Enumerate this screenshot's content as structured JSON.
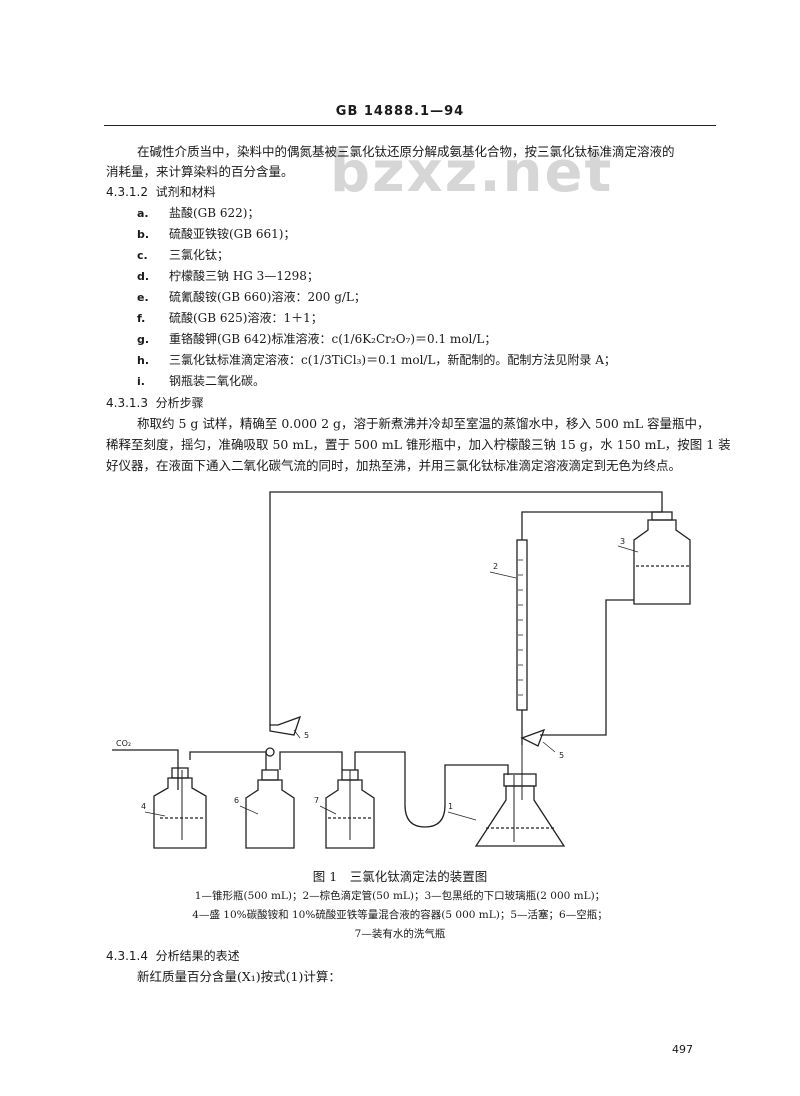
{
  "header": {
    "code": "GB 14888.1—94"
  },
  "watermark": "bzxz.net",
  "intro": {
    "line1": "在碱性介质当中，染料中的偶氮基被三氯化钛还原分解成氨基化合物，按三氯化钛标准滴定溶液的",
    "line2": "消耗量，来计算染料的百分含量。"
  },
  "section_reagents": {
    "number": "4.3.1.2",
    "title": "试剂和材料"
  },
  "reagents": [
    {
      "label": "a.",
      "text": "盐酸(GB 622)；"
    },
    {
      "label": "b.",
      "text": "硫酸亚铁铵(GB 661)；"
    },
    {
      "label": "c.",
      "text": "三氯化钛；"
    },
    {
      "label": "d.",
      "text": "柠檬酸三钠 HG 3—1298；"
    },
    {
      "label": "e.",
      "text": "硫氰酸铵(GB 660)溶液：200 g/L；"
    },
    {
      "label": "f.",
      "text": "硫酸(GB 625)溶液：1＋1；"
    },
    {
      "label": "g.",
      "text": "重铬酸钾(GB 642)标准溶液：c(1/6K₂Cr₂O₇)＝0.1 mol/L；"
    },
    {
      "label": "h.",
      "text": "三氯化钛标准滴定溶液：c(1/3TiCl₃)＝0.1 mol/L，新配制的。配制方法见附录 A；"
    },
    {
      "label": "i.",
      "text": "钢瓶装二氧化碳。"
    }
  ],
  "section_steps": {
    "number": "4.3.1.3",
    "title": "分析步骤"
  },
  "steps": {
    "line1": "称取约 5 g 试样，精确至 0.000 2 g，溶于新煮沸并冷却至室温的蒸馏水中，移入 500 mL 容量瓶中，",
    "line2": "稀释至刻度，摇匀，准确吸取 50 mL，置于 500 mL 锥形瓶中，加入柠檬酸三钠 15 g，水 150 mL，按图 1 装",
    "line3": "好仪器，在液面下通入二氧化碳气流的同时，加热至沸，并用三氯化钛标准滴定溶液滴定到无色为终点。"
  },
  "figure": {
    "gas_label": "CO₂",
    "labels": {
      "n1": "1",
      "n2": "2",
      "n3": "3",
      "n4": "4",
      "n5a": "5",
      "n5b": "5",
      "n6": "6",
      "n7": "7"
    },
    "caption": "图 1　三氯化钛滴定法的装置图",
    "legend": [
      "1—锥形瓶(500 mL)；2—棕色滴定管(50 mL)；3—包黑纸的下口玻璃瓶(2 000 mL)；",
      "4—盛 10%碳酸铵和 10%硫酸亚铁等量混合液的容器(5 000 mL)；5—活塞；6—空瓶；",
      "7—装有水的洗气瓶"
    ]
  },
  "section_results": {
    "number": "4.3.1.4",
    "title": "分析结果的表述"
  },
  "results_line": "新红质量百分含量(X₁)按式(1)计算：",
  "page_number": "497"
}
